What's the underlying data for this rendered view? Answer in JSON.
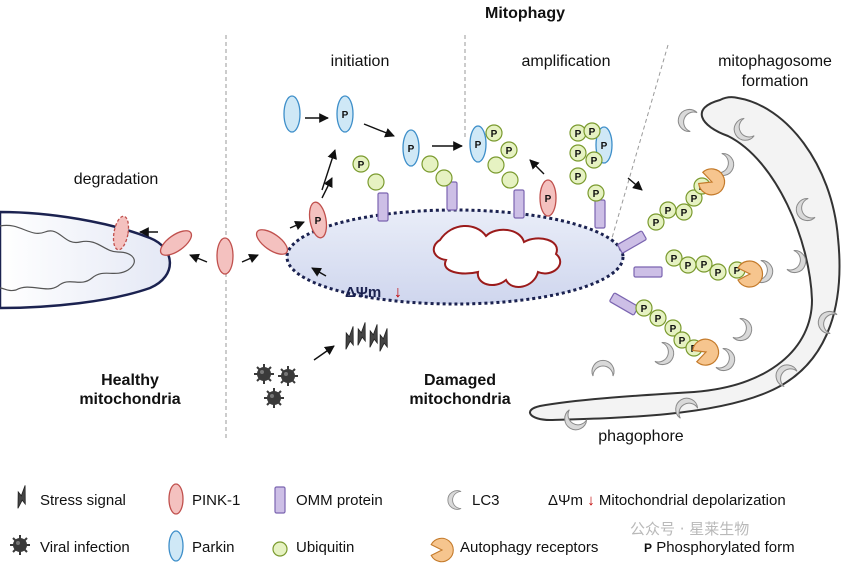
{
  "title": "Mitophagy",
  "stages": {
    "initiation": "initiation",
    "amplification": "amplification",
    "mitophagosome_line1": "mitophagosome",
    "mitophagosome_line2": "formation"
  },
  "labels": {
    "degradation": "degradation",
    "healthy_line1": "Healthy",
    "healthy_line2": "mitochondria",
    "damaged_line1": "Damaged",
    "damaged_line2": "mitochondria",
    "phagophore": "phagophore",
    "delta_psi": "ΔΨm",
    "down_arrow": "↓",
    "p_mark": "P"
  },
  "legend": {
    "stress_signal": "Stress signal",
    "viral_infection": "Viral infection",
    "pink1": "PINK-1",
    "parkin": "Parkin",
    "omm_protein": "OMM protein",
    "ubiquitin": "Ubiquitin",
    "lc3": "LC3",
    "autophagy_receptors": "Autophagy receptors",
    "depolarization": "Mitochondrial depolarization",
    "phosphorylated": "Phosphorylated form"
  },
  "watermark": "公众号 · 星莱生物",
  "colors": {
    "pink1_fill": "#f4c1bf",
    "pink1_stroke": "#c0504d",
    "parkin_fill": "#cfe8f6",
    "parkin_stroke": "#3d8ec9",
    "ubiquitin_fill": "#e6f2c2",
    "ubiquitin_stroke": "#7a9a2e",
    "omm_fill": "#cdbfe6",
    "omm_stroke": "#7b65b0",
    "receptor_fill": "#f6c58e",
    "receptor_stroke": "#c47a2a",
    "mito_fill": "#dfe4f3",
    "mito_stroke": "#1b2250",
    "crista_stroke": "#9b1b1b",
    "arrow_down": "#c00000"
  }
}
